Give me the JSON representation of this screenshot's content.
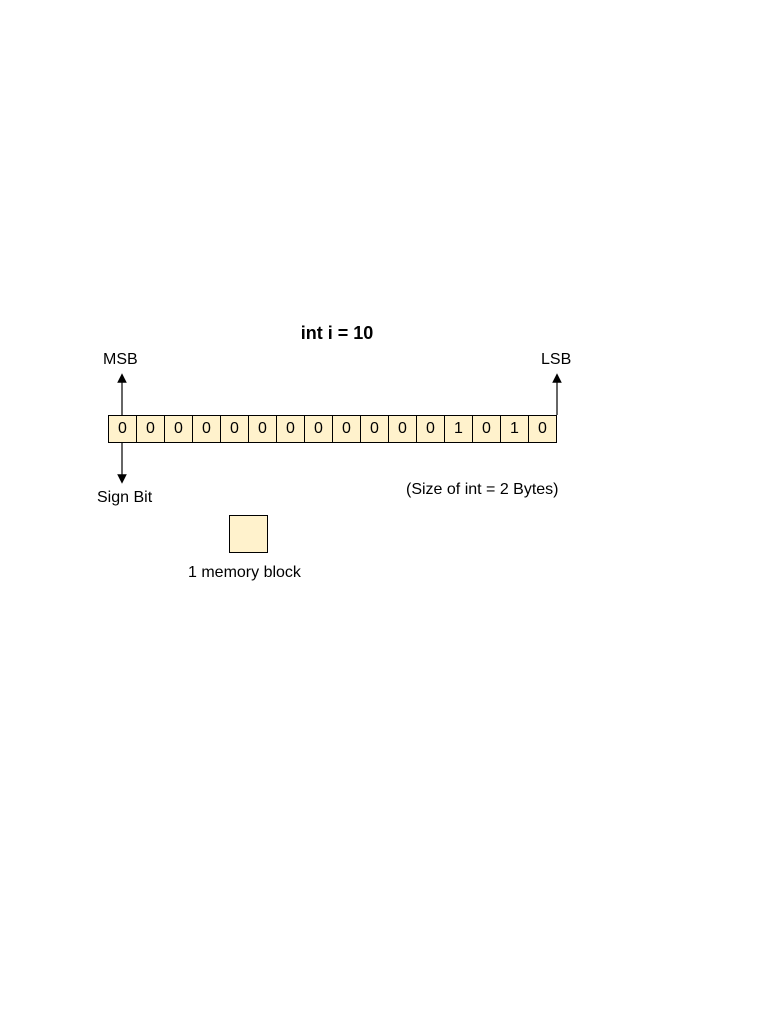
{
  "diagram": {
    "title": "int i = 10",
    "msb_label": "MSB",
    "lsb_label": "LSB",
    "sign_bit_label": "Sign Bit",
    "size_note": "(Size of int = 2 Bytes)",
    "legend_label": "1 memory block",
    "bits": [
      "0",
      "0",
      "0",
      "0",
      "0",
      "0",
      "0",
      "0",
      "0",
      "0",
      "0",
      "0",
      "1",
      "0",
      "1",
      "0"
    ],
    "colors": {
      "block_fill": "#fff2cc",
      "block_border": "#000000"
    }
  }
}
